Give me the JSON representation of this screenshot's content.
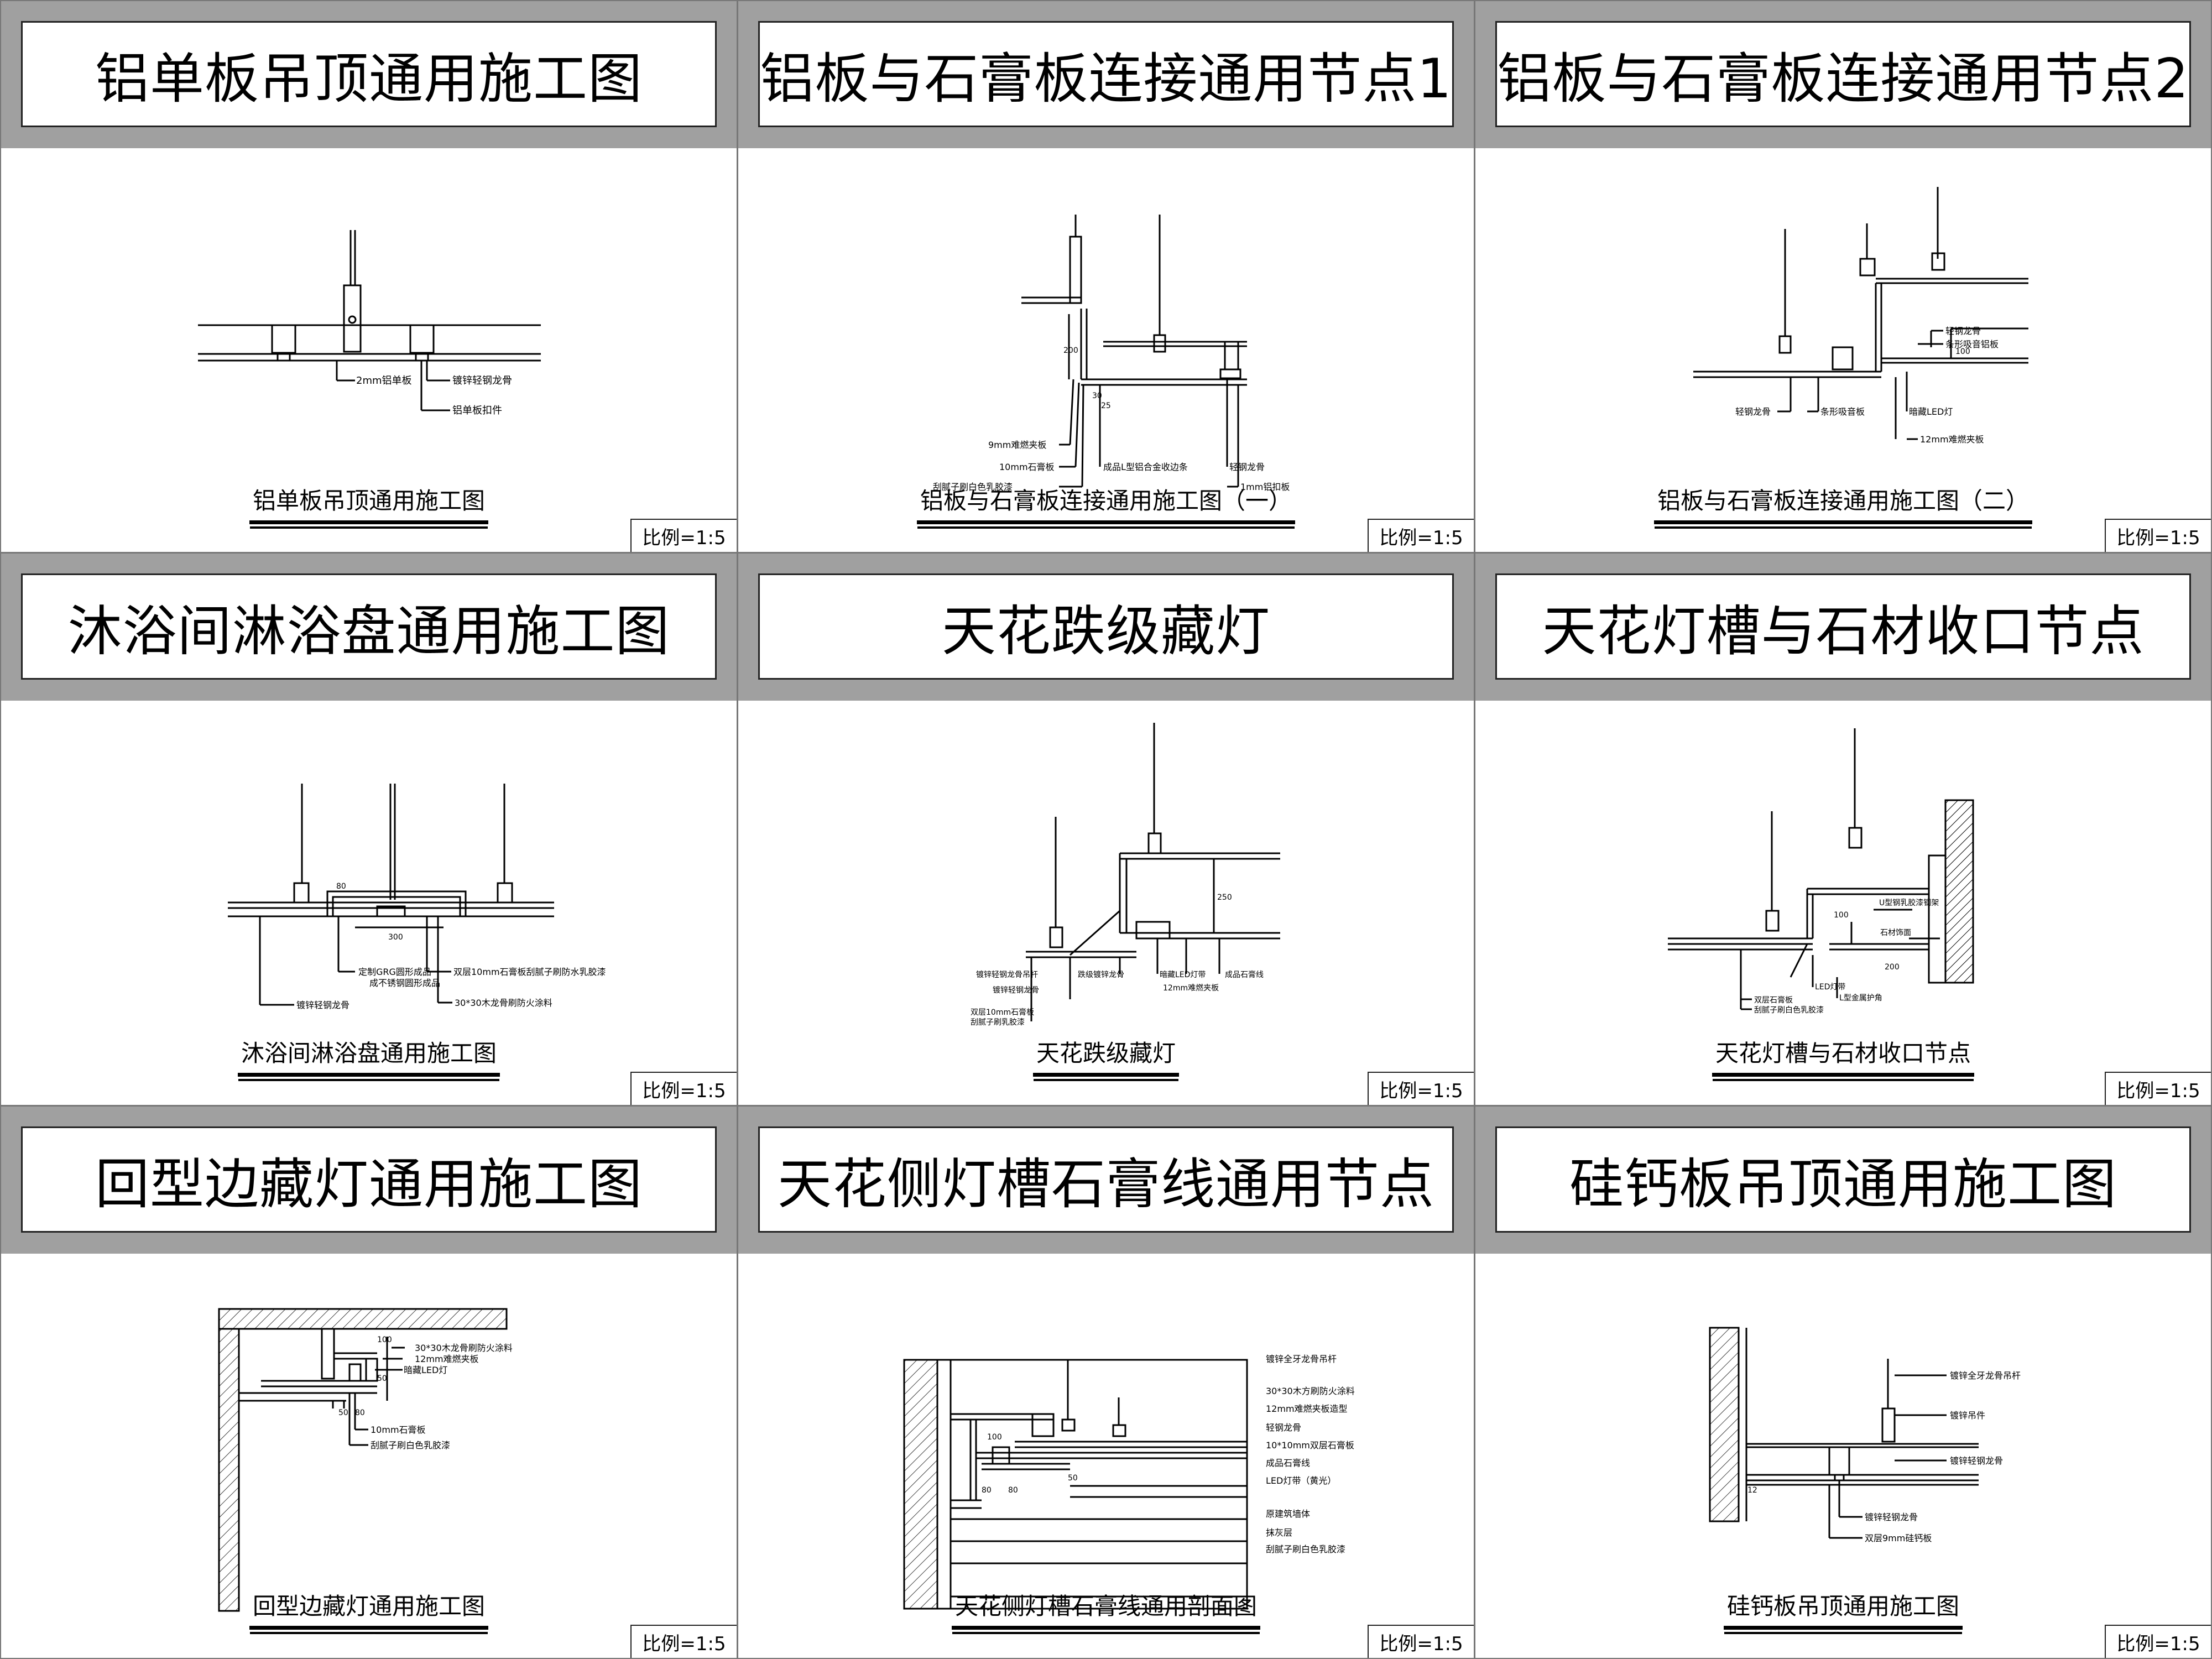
{
  "panels": [
    {
      "title": "铝单板吊顶通用施工图",
      "caption": "铝单板吊顶通用施工图",
      "scale": "比例=1:5",
      "labels": [
        "2mm铝单板",
        "镀锌轻钢龙骨",
        "铝单板扣件"
      ]
    },
    {
      "title": "铝板与石膏板连接通用节点1",
      "caption": "铝板与石膏板连接通用施工图（一）",
      "scale": "比例=1:5",
      "labels": [
        "9mm难燃夹板",
        "10mm石膏板",
        "刮腻子刷白色乳胶漆",
        "成品L型铝合金收边条",
        "轻钢龙骨",
        "1mm铝扣板",
        "200",
        "30",
        "25"
      ]
    },
    {
      "title": "铝板与石膏板连接通用节点2",
      "caption": "铝板与石膏板连接通用施工图（二）",
      "scale": "比例=1:5",
      "labels": [
        "轻钢龙骨",
        "条形吸音铝板",
        "轻钢龙骨",
        "条形吸音板",
        "暗藏LED灯",
        "12mm难燃夹板",
        "100"
      ]
    },
    {
      "title": "沐浴间淋浴盘通用施工图",
      "caption": "沐浴间淋浴盘通用施工图",
      "scale": "比例=1:5",
      "labels": [
        "300",
        "80",
        "定制GRG圆形成品",
        "成不锈钢圆形成品",
        "双层10mm石膏板刮腻子刷防水乳胶漆",
        "镀锌轻钢龙骨",
        "30*30木龙骨刷防火涂料"
      ]
    },
    {
      "title": "天花跌级藏灯",
      "caption": "天花跌级藏灯",
      "scale": "比例=1:5",
      "labels": [
        "镀锌轻钢龙骨吊杆",
        "镀锌轻钢龙骨",
        "双层10mm石膏板",
        "刮腻子刷乳胶漆",
        "跌级镀锌龙骨",
        "暗藏LED灯带",
        "12mm难燃夹板",
        "成品石膏线",
        "250"
      ]
    },
    {
      "title": "天花灯槽与石材收口节点",
      "caption": "天花灯槽与石材收口节点",
      "scale": "比例=1:5",
      "labels": [
        "U型钢乳胶漆钢架",
        "石材饰面",
        "100",
        "200",
        "双层石膏板",
        "刮腻子刷白色乳胶漆",
        "LED灯带",
        "L型金属护角"
      ]
    },
    {
      "title": "回型边藏灯通用施工图",
      "caption": "回型边藏灯通用施工图",
      "scale": "比例=1:5",
      "labels": [
        "30*30木龙骨刷防火涂料",
        "12mm难燃夹板",
        "暗藏LED灯",
        "10mm石膏板",
        "刮腻子刷白色乳胶漆",
        "50",
        "80",
        "100",
        "50"
      ]
    },
    {
      "title": "天花侧灯槽石膏线通用节点",
      "caption": "天花侧灯槽石膏线通用剖面图",
      "scale": "比例=1:5",
      "labels": [
        "镀锌全牙龙骨吊杆",
        "30*30木方刷防火涂料",
        "12mm难燃夹板造型",
        "轻钢龙骨",
        "10*10mm双层石膏板",
        "成品石膏线",
        "LED灯带（黄光）",
        "原建筑墙体",
        "抹灰层",
        "刮腻子刷白色乳胶漆",
        "80",
        "80",
        "100",
        "50"
      ]
    },
    {
      "title": "硅钙板吊顶通用施工图",
      "caption": "硅钙板吊顶通用施工图",
      "scale": "比例=1:5",
      "labels": [
        "镀锌全牙龙骨吊杆",
        "镀锌吊件",
        "镀锌轻钢龙骨",
        "镀锌轻钢龙骨",
        "双层9mm硅钙板",
        "12"
      ]
    }
  ]
}
